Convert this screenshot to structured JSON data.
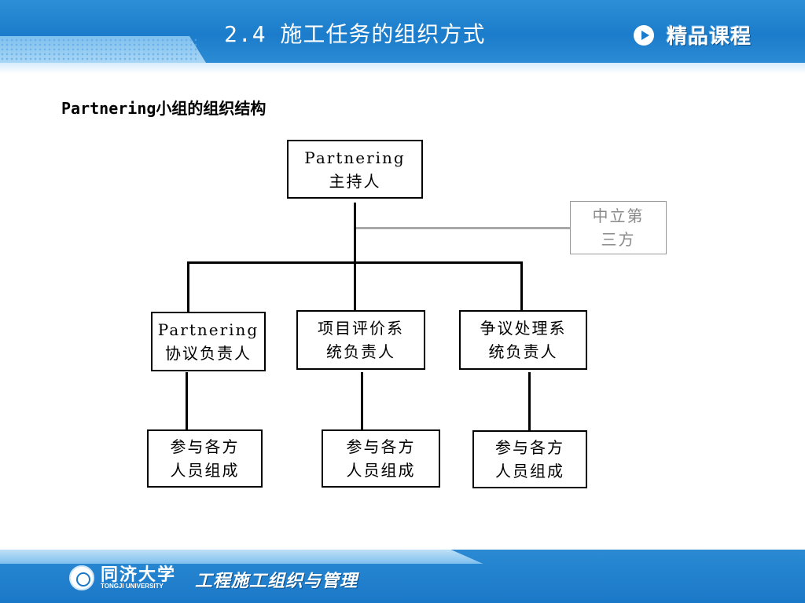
{
  "header": {
    "title": "2.4 施工任务的组织方式",
    "badge": "精品课程",
    "play_icon": "play-icon"
  },
  "subtitle": "Partnering小组的组织结构",
  "org_chart": {
    "host": "Partnering\n主持人",
    "neutral": "中立第\n三方",
    "managers": [
      "Partnering\n协议负责人",
      "项目评价系\n统负责人",
      "争议处理系\n统负责人"
    ],
    "members": [
      "参与各方\n人员组成",
      "参与各方\n人员组成",
      "参与各方\n人员组成"
    ]
  },
  "footer": {
    "university": "同济大学",
    "university_en": "TONGJI UNIVERSITY",
    "course": "工程施工组织与管理",
    "emblem_icon": "university-emblem-icon"
  },
  "colors": {
    "header_blue": "#1b7ccb",
    "light_blue": "#7fc0ee",
    "neutral_gray": "#a8a8a8"
  }
}
